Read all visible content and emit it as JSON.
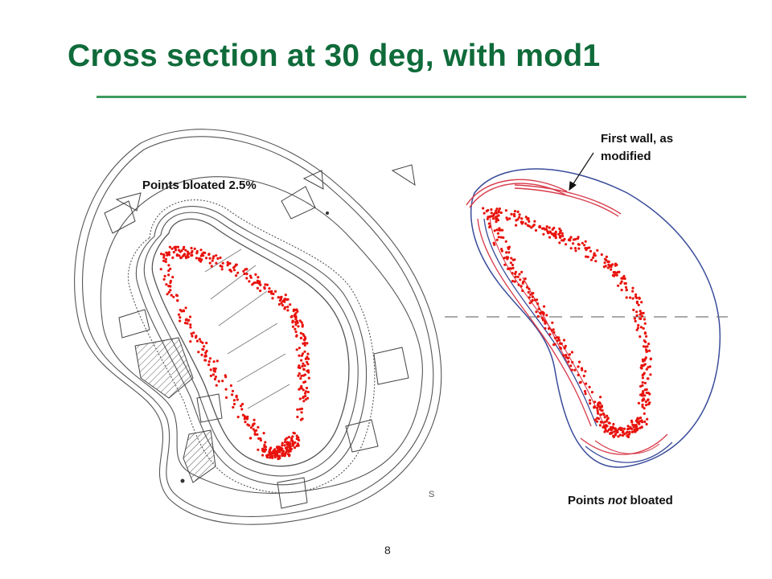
{
  "slide": {
    "title": "Cross section at 30 deg, with mod1",
    "page_number": "8",
    "small_mark": "S"
  },
  "labels": {
    "points_bloated": "Points bloated 2.5%",
    "first_wall_line1": "First wall, as",
    "first_wall_line2": "modified",
    "points_not_bloated_pre": "Points ",
    "points_not_bloated_em": "not",
    "points_not_bloated_post": " bloated"
  },
  "colors": {
    "title": "#0f6b3a",
    "rule": "#3f9a5f",
    "points": "#e8120c",
    "wall_red": "#d83a4a",
    "wall_blue": "#3a4c9a"
  }
}
